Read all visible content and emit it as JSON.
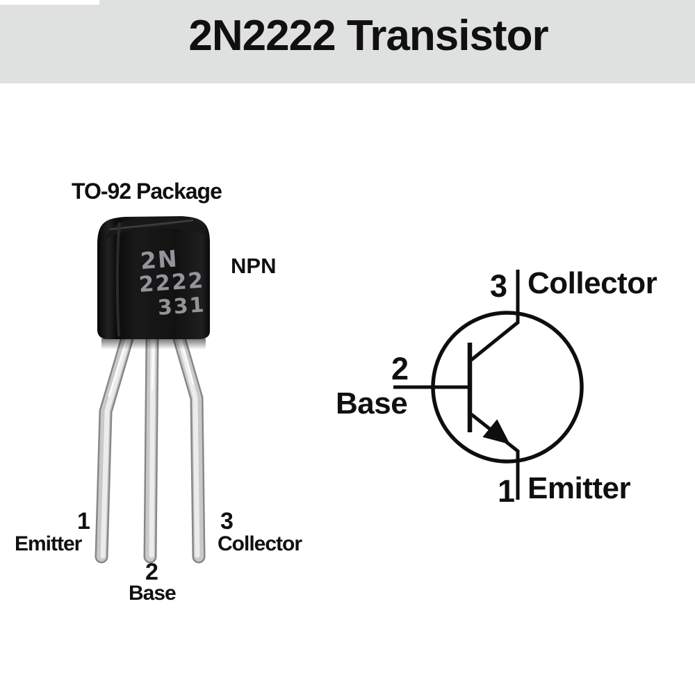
{
  "header": {
    "title": "2N2222 Transistor"
  },
  "package_view": {
    "caption": "TO-92 Package",
    "type_label": "NPN",
    "marking": {
      "line1": "2N",
      "line2": "2222",
      "line3": "331"
    },
    "pins": [
      {
        "number": "1",
        "name": "Emitter"
      },
      {
        "number": "2",
        "name": "Base"
      },
      {
        "number": "3",
        "name": "Collector"
      }
    ]
  },
  "schematic": {
    "pins": [
      {
        "number": "3",
        "name": "Collector"
      },
      {
        "number": "2",
        "name": "Base"
      },
      {
        "number": "1",
        "name": "Emitter"
      }
    ]
  },
  "colors": {
    "banner_background": "#dfe1e0",
    "title_text": "#131313",
    "package_body": "#141414",
    "package_marking": "#94949a",
    "lead_silver": "#c6c6c6",
    "schematic_stroke": "#0e0e0e",
    "label_text": "#101010",
    "page_background": "#ffffff"
  }
}
